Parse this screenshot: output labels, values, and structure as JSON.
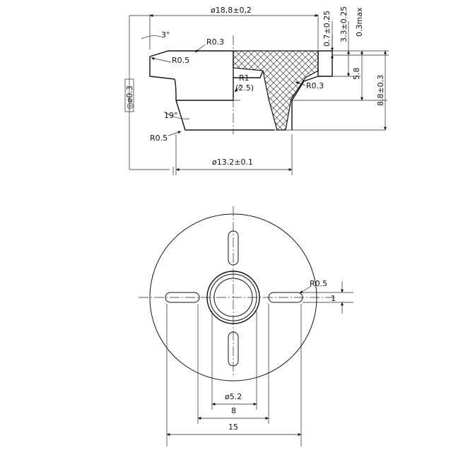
{
  "section_view": {
    "dims": {
      "outer_diameter": "ø18,8±0,2",
      "shank_diameter": "ø13.2±0.1",
      "height_total": "8.8±0.3",
      "height_step": "5.8",
      "head_offset": "3.3±0.25",
      "lip_thickness": "0.7±0.25",
      "tolerance_max": "0.3max",
      "flatness": "◎ø0.3"
    },
    "radii": {
      "r_top": "R0.3",
      "r_edge": "R0.5",
      "r_inner": "R1",
      "r_inner_ref": "(2.5)",
      "r_root": "R0.3",
      "r_bottom": "R0.5"
    },
    "angles": {
      "draft_top": "3°",
      "draft_side": "19°"
    }
  },
  "plan_view": {
    "dims": {
      "hole_diameter": "ø5.2",
      "inner_span": "8",
      "slot_span": "15",
      "slot_radius": "R0.5",
      "slot_width": "1"
    }
  }
}
